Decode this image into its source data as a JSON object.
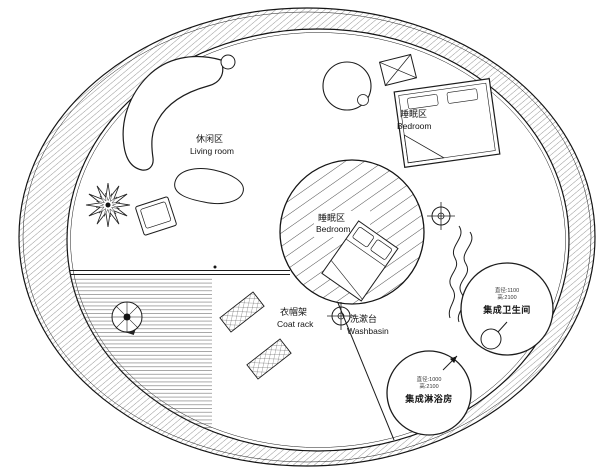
{
  "plan": {
    "labels": {
      "living": {
        "zh": "休闲区",
        "en": "Living room"
      },
      "bedroom_upper": {
        "zh": "睡眠区",
        "en": "Bedroom"
      },
      "bedroom_center": {
        "zh": "睡眠区",
        "en": "Bedroom"
      },
      "coat_rack": {
        "zh": "衣帽架",
        "en": "Coat rack"
      },
      "washbasin": {
        "zh": "洗漱台",
        "en": "Washbasin"
      },
      "bathroom_pod": {
        "dims_line1": "直径:1100",
        "dims_line2": "高:2100",
        "label": "集成卫生间"
      },
      "shower_pod": {
        "dims_line1": "直径:1000",
        "dims_line2": "高:2100",
        "label": "集成淋浴房"
      }
    },
    "colors": {
      "line": "#1c1c1c",
      "hatch": "#555555",
      "background": "#ffffff"
    }
  }
}
